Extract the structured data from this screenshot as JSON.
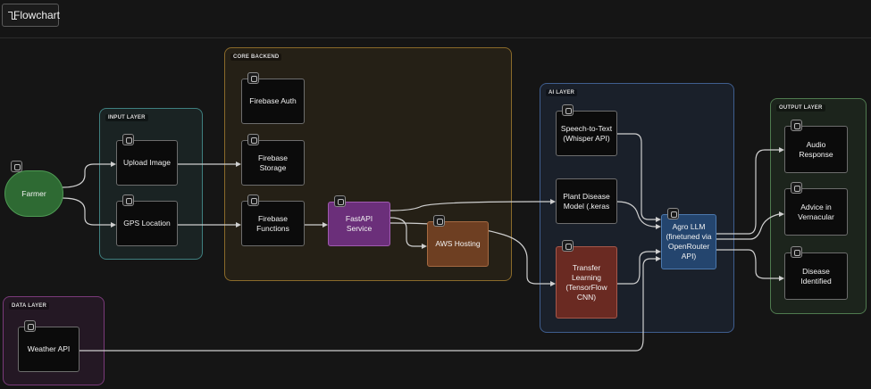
{
  "tab": {
    "label": "Flowchart"
  },
  "layers": {
    "input": "INPUT LAYER",
    "core": "CORE BACKEND",
    "ai": "AI LAYER",
    "output": "OUTPUT LAYER",
    "data": "DATA LAYER"
  },
  "nodes": {
    "farmer": "Farmer",
    "upload_image": "Upload Image",
    "gps_location": "GPS Location",
    "firebase_auth": "Firebase Auth",
    "firebase_storage": "Firebase Storage",
    "firebase_functions": "Firebase\nFunctions",
    "fastapi_service": "FastAPI Service",
    "aws_hosting": "AWS Hosting",
    "speech_to_text": "Speech-to-Text\n(Whisper API)",
    "plant_disease_model": "Plant Disease\nModel (.keras",
    "transfer_learning": "Transfer\nLearning\n(TensorFlow\nCNN)",
    "agro_llm": "Agro LLM\n(finetuned via\nOpenRouter API)",
    "audio_response": "Audio Response",
    "advice_vernacular": "Advice in\nVernacular",
    "disease_identified": "Disease\nIdentified",
    "weather_api": "Weather API"
  },
  "colors": {
    "input_layer": "#3f7f7f",
    "core_layer": "#8a6a2a",
    "ai_layer": "#3f5e8f",
    "output_layer": "#4f7a4f",
    "data_layer": "#7a3a7a",
    "farmer": "#2e6a33",
    "fastapi": "#6b2f7a",
    "aws": "#6e3f22",
    "transfer": "#6a2a22",
    "agro": "#24456e"
  }
}
